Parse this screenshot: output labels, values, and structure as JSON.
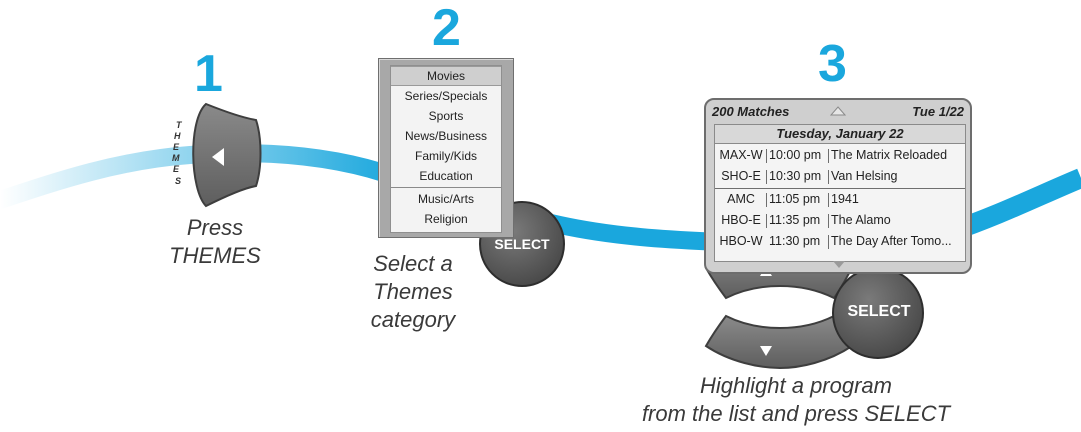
{
  "steps": [
    {
      "number": "1",
      "caption_lines": [
        "Press",
        "THEMES"
      ],
      "button_letters": [
        "T",
        "H",
        "E",
        "M",
        "E",
        "S"
      ]
    },
    {
      "number": "2",
      "menu_items": [
        "Movies",
        "Series/Specials",
        "Sports",
        "News/Business",
        "Family/Kids",
        "Education",
        "Music/Arts",
        "Religion"
      ],
      "selected_item": "Movies",
      "select_label": "SELECT",
      "caption_lines": [
        "Select a",
        "Themes",
        "category"
      ]
    },
    {
      "number": "3",
      "header_left": "200 Matches",
      "header_right": "Tue 1/22",
      "date_bar": "Tuesday, January 22",
      "rows": [
        {
          "channel": "MAX-W",
          "time": "10:00 pm",
          "title": "The Matrix Reloaded"
        },
        {
          "channel": "SHO-E",
          "time": "10:30 pm",
          "title": "Van Helsing"
        },
        {
          "channel": "AMC",
          "time": "11:05 pm",
          "title": "1941"
        },
        {
          "channel": "HBO-E",
          "time": "11:35 pm",
          "title": "The Alamo"
        },
        {
          "channel": "HBO-W",
          "time": "11:30 pm",
          "title": "The Day After Tomo..."
        }
      ],
      "select_label": "SELECT",
      "caption_lines": [
        "Highlight a program",
        "from the list and press SELECT"
      ]
    }
  ],
  "colors": {
    "accent_blue": "#1aa7dd",
    "button_gray": "#6b6b6b",
    "select_dark": "#555555"
  }
}
